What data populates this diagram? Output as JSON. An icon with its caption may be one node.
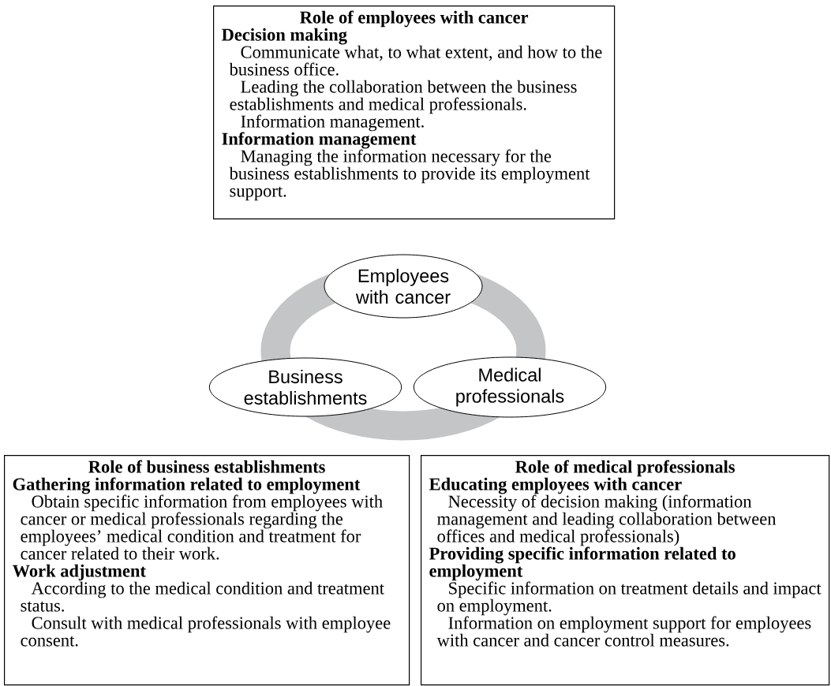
{
  "diagram": {
    "nodes": [
      {
        "text": [
          "Role of employees with cancer",
          "Decision making",
          "Communicate what, to what extent, and how to the business office.",
          "Leading the collaboration between the business establishments and medical professionals.",
          "Information management.",
          "Information management",
          "Managing the information necessary for the business establishments to provide its employment support."
        ]
      },
      {
        "text": [
          "Employees with cancer"
        ]
      },
      {
        "text": [
          "Business establishments"
        ]
      },
      {
        "text": [
          "Medical professionals"
        ]
      },
      {
        "text": [
          "Role of business establishments",
          "Gathering information related to employment",
          "Obtain specific information from employees with cancer or medical professionals regarding the employees’ medical condition and treatment for cancer related to their work.",
          "Work adjustment",
          "According to the medical condition and treatment status.",
          "Consult with medical professionals with employee consent."
        ]
      },
      {
        "text": [
          "Role of medical professionals",
          "Educating employees with cancer",
          "Necessity of decision making (information management and leading collaboration between offices and medical professionals)",
          "Providing specific information related to employment",
          "Specific information on treatment details and impact on employment.",
          "Information on employment support for employees with cancer and cancer control measures."
        ]
      }
    ],
    "edges": []
  }
}
